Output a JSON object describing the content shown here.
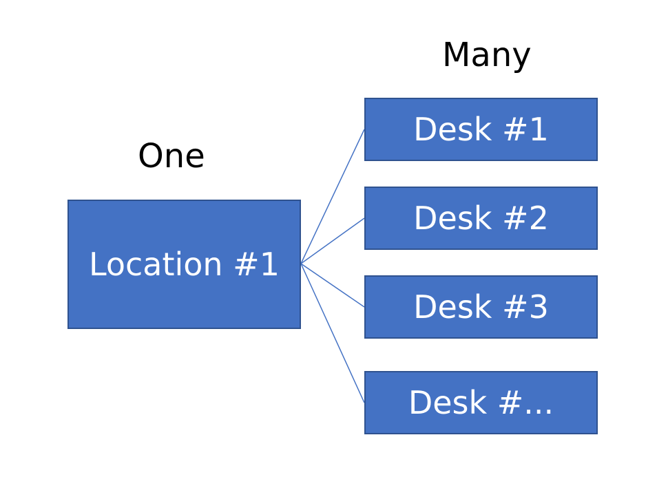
{
  "labels": {
    "one": "One",
    "many": "Many"
  },
  "location": {
    "name": "Location #1"
  },
  "desks": [
    {
      "name": "Desk #1"
    },
    {
      "name": "Desk #2"
    },
    {
      "name": "Desk #3"
    },
    {
      "name": "Desk #..."
    }
  ],
  "colors": {
    "box_fill": "#4472c4",
    "box_border": "#2f528f",
    "box_text": "#ffffff",
    "connector": "#4472c4",
    "label_text": "#000000"
  }
}
